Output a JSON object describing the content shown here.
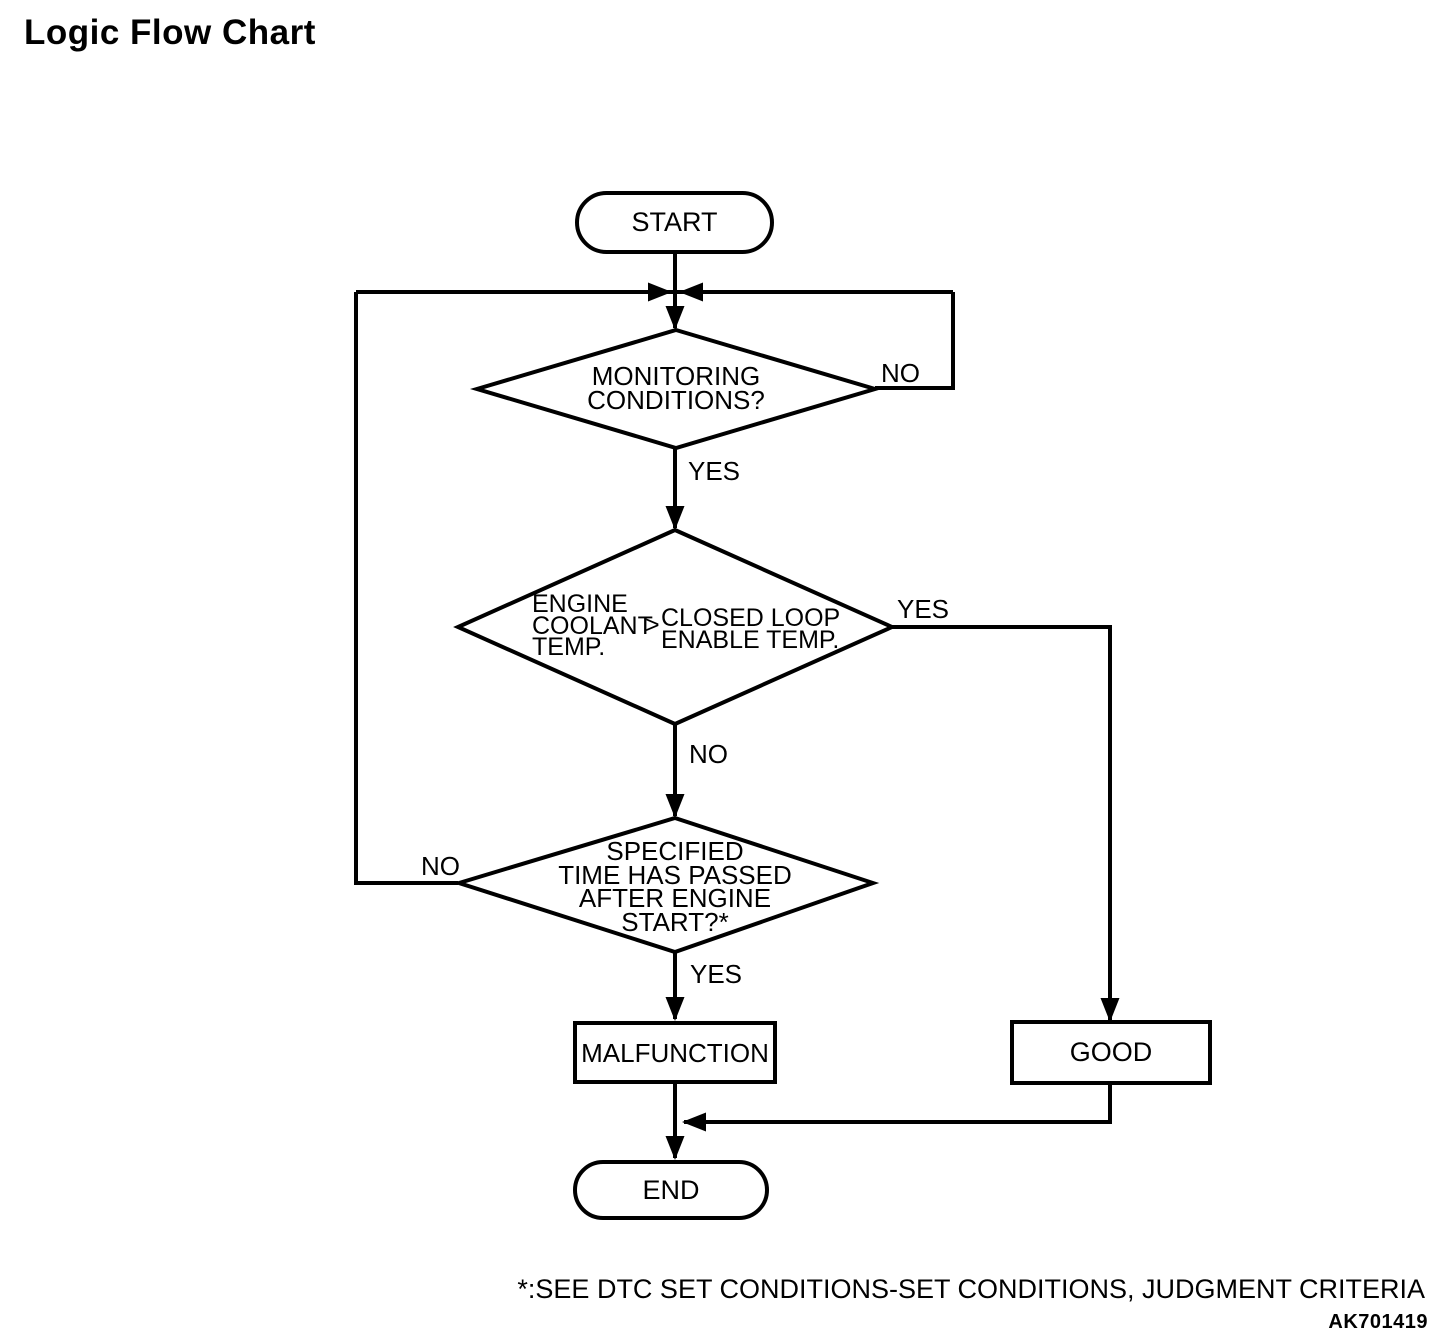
{
  "title": "Logic Flow Chart",
  "colors": {
    "ink": "#000000",
    "paper": "#ffffff"
  },
  "nodes": {
    "start": {
      "label": "START"
    },
    "monitoring_conditions": {
      "label": "MONITORING\nCONDITIONS?",
      "no": "NO",
      "yes": "YES"
    },
    "coolant_temp": {
      "left": "ENGINE\nCOOLANT\nTEMP.",
      "op": ">",
      "right": "CLOSED LOOP\nENABLE TEMP.",
      "yes": "YES",
      "no": "NO"
    },
    "time_passed": {
      "label": "SPECIFIED\nTIME HAS PASSED\nAFTER ENGINE\nSTART?*",
      "no": "NO",
      "yes": "YES"
    },
    "malfunction": {
      "label": "MALFUNCTION"
    },
    "good": {
      "label": "GOOD"
    },
    "end": {
      "label": "END"
    }
  },
  "footnote": "*:SEE DTC SET CONDITIONS-SET CONDITIONS, JUDGMENT CRITERIA",
  "figure_code": "AK701419"
}
